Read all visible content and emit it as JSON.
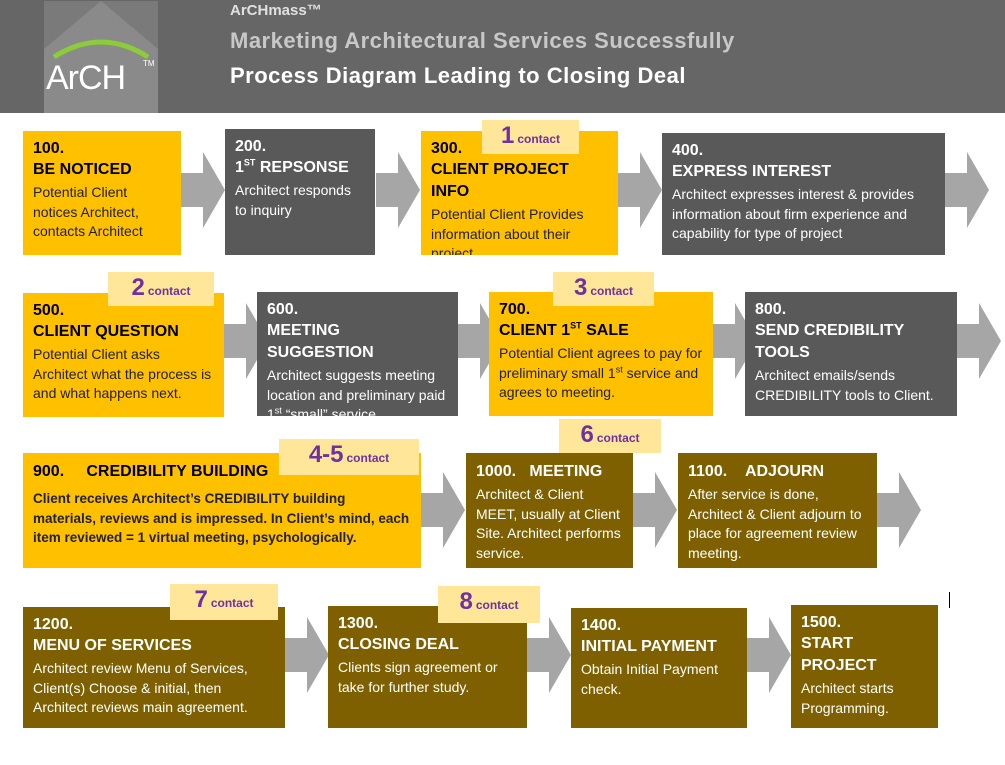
{
  "header": {
    "logo_text": "ArCH",
    "logo_tm": "TM",
    "brand": "ArCHmass™",
    "tagline": "Marketing Architectural Services Successfully",
    "title": "Process Diagram Leading to Closing Deal"
  },
  "steps": [
    {
      "num": "100.",
      "head": "BE NOTICED",
      "desc": "Potential Client notices Architect, contacts Architect"
    },
    {
      "num": "200.",
      "head_pre": "1",
      "head_sup": "ST",
      "head_post": " REPSONSE",
      "desc": "Architect responds to inquiry"
    },
    {
      "num": "300.",
      "head": "CLIENT PROJECT INFO",
      "desc": "Potential Client Provides information about their project."
    },
    {
      "num": "400.",
      "head": "EXPRESS INTEREST",
      "desc": "Architect expresses interest & provides information about firm experience and capability for type of project"
    },
    {
      "num": "500.",
      "head": "CLIENT QUESTION",
      "desc": "Potential Client asks Architect what the process is and what happens next."
    },
    {
      "num": "600.",
      "head": "MEETING SUGGESTION",
      "desc_pre": "Architect suggests meeting location and preliminary paid 1",
      "desc_sup": "st",
      "desc_post": " “small” service."
    },
    {
      "num": "700.",
      "head_pre": "CLIENT 1",
      "head_sup": "ST",
      "head_post": " SALE",
      "desc_pre": "Potential Client agrees to pay for preliminary small 1",
      "desc_sup": "st",
      "desc_post": " service and agrees to meeting."
    },
    {
      "num": "800.",
      "head": "SEND CREDIBILITY TOOLS",
      "desc": "Architect emails/sends CREDIBILITY tools to Client."
    },
    {
      "num": "900.",
      "head": "CREDIBILITY BUILDING",
      "desc": "Client receives Architect’s CREDIBILITY building materials, reviews and is impressed.  In Client’s mind, each item reviewed = 1 virtual meeting, psychologically."
    },
    {
      "num": "1000.",
      "head": "MEETING",
      "desc": "Architect & Client MEET, usually at Client Site.  Architect performs service."
    },
    {
      "num": "1100.",
      "head": "ADJOURN",
      "desc": "After service is done, Architect & Client adjourn to place for agreement review meeting."
    },
    {
      "num": "1200.",
      "head": "MENU OF SERVICES",
      "desc": "Architect review Menu of Services, Client(s) Choose & initial, then Architect reviews main agreement."
    },
    {
      "num": "1300.",
      "head": "CLOSING DEAL",
      "desc": "Clients sign agreement or take for further study."
    },
    {
      "num": "1400.",
      "head": "INITIAL PAYMENT",
      "desc": "Obtain Initial Payment check."
    },
    {
      "num": "1500.",
      "head": "START PROJECT",
      "desc": "Architect starts Programming."
    }
  ],
  "contacts": [
    {
      "n": "1",
      "label": "contact"
    },
    {
      "n": "2",
      "label": "contact"
    },
    {
      "n": "3",
      "label": "contact"
    },
    {
      "n": "4-5",
      "label": "contact"
    },
    {
      "n": "6",
      "label": "contact"
    },
    {
      "n": "7",
      "label": "contact"
    },
    {
      "n": "8",
      "label": "contact"
    }
  ],
  "colors": {
    "header_bg": "#666666",
    "yellow": "#ffc000",
    "gray": "#595959",
    "brown": "#7f6000",
    "contact_badge": "#ffe699",
    "contact_text": "#7030a0",
    "arrow": "#a6a6a6"
  }
}
